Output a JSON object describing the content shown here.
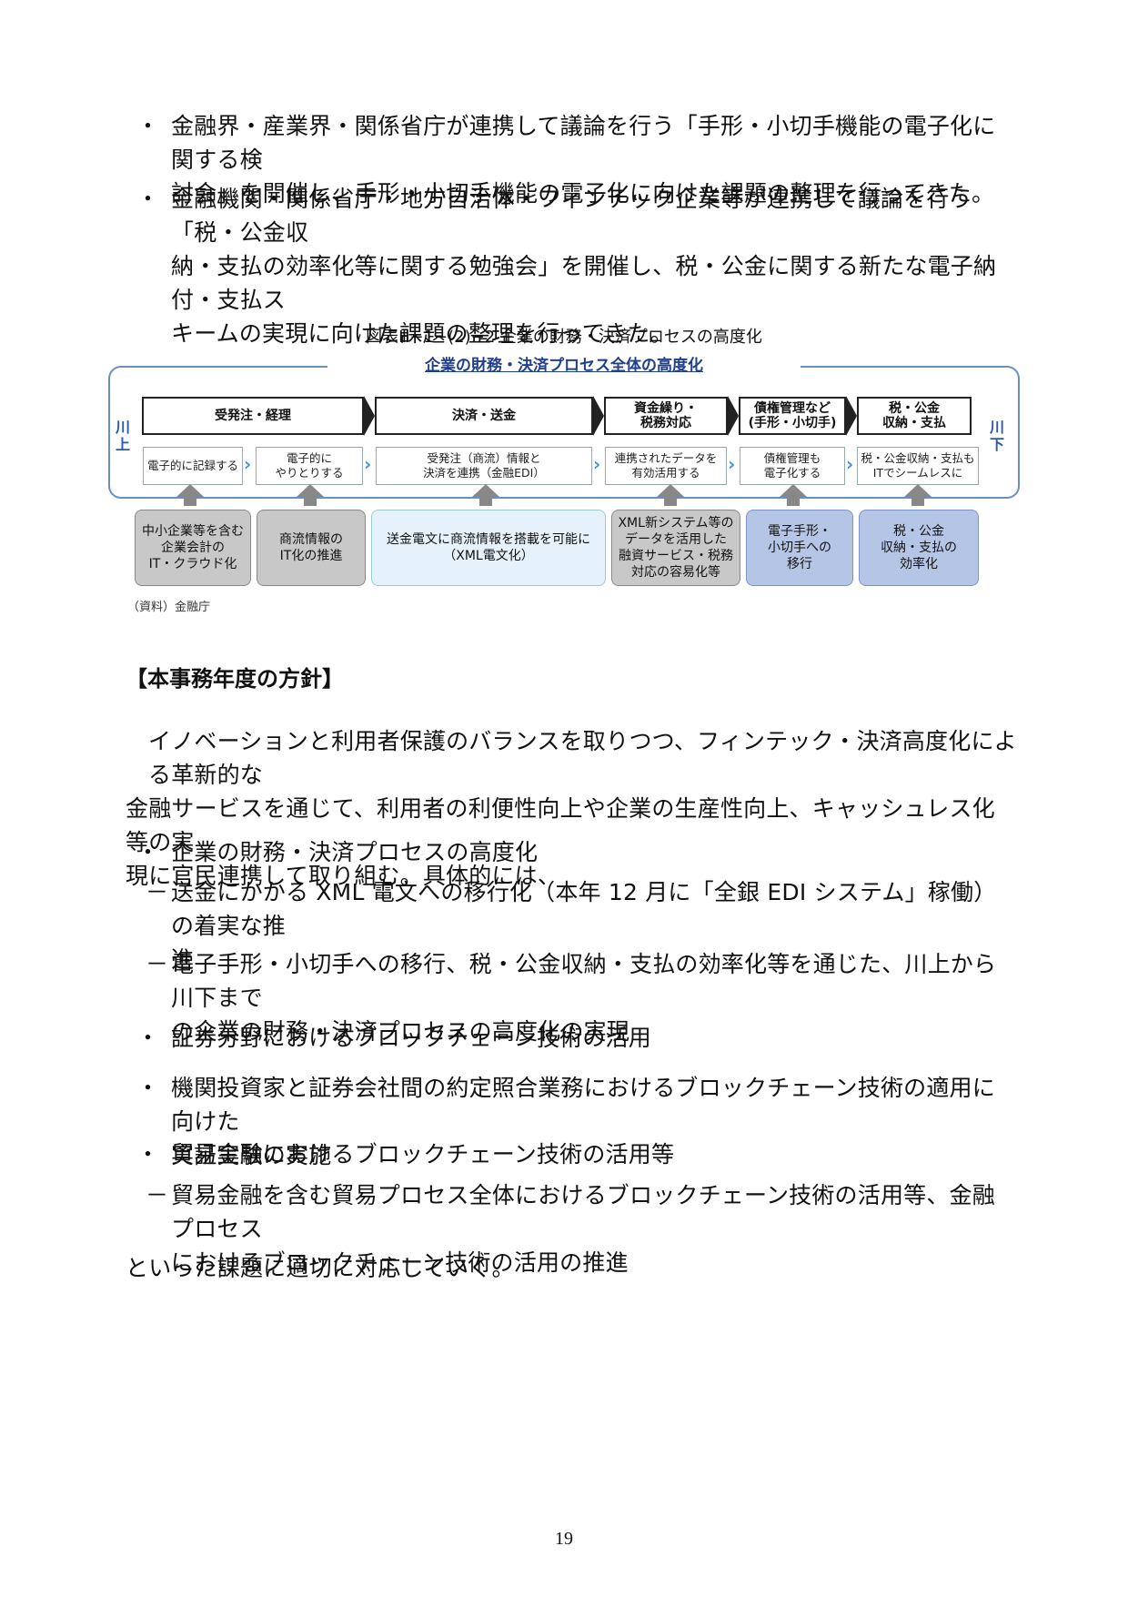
{
  "intro_bullets": [
    {
      "marker": "・",
      "lines": [
        "金融界・産業界・関係省庁が連携して議論を行う「手形・小切手機能の電子化に関する検",
        "討会」を開催し、手形・小切手機能の電子化に向けた課題の整理を行ってきた。"
      ]
    },
    {
      "marker": "・",
      "lines": [
        "金融機関・関係省庁・地方自治体・フィンテック企業等が連携して議論を行う「税・公金収",
        "納・支払の効率化等に関する勉強会」を開催し、税・公金に関する新たな電子納付・支払ス",
        "キームの実現に向けた課題の整理を行ってきた。"
      ]
    }
  ],
  "figure": {
    "caption": "図表Ⅲ−1−(2)−2 企業の財務・決済プロセスの高度化",
    "frame_title": "企業の財務・決済プロセス全体の高度化",
    "left_label": "川上",
    "right_label": "川下",
    "stages": [
      "受発注・経理",
      "決済・送金",
      "資金繰り・\n税務対応",
      "債権管理など\n(手形・小切手)",
      "税・公金\n収納・支払"
    ],
    "sub_steps": [
      "電子的に記録する",
      "電子的に\nやりとりする",
      "受発注（商流）情報と\n決済を連携（金融EDI）",
      "連携されたデータを\n有効活用する",
      "債権管理も\n電子化する",
      "税・公金収納・支払も\nITでシームレスに"
    ],
    "bottom_boxes": [
      "中小企業等を含む\n企業会計の\nIT・クラウド化",
      "商流情報の\nIT化の推進",
      "送金電文に商流情報を搭載を可能に\n（XML電文化）",
      "XML新システム等の\nデータを活用した\n融資サービス・税務\n対応の容易化等",
      "電子手形・\n小切手への\n移行",
      "税・公金\n収納・支払の\n効率化"
    ],
    "source": "（資料）金融庁"
  },
  "heading": "【本事務年度の方針】",
  "intro_paragraph": [
    "イノベーションと利用者保護のバランスを取りつつ、フィンテック・決済高度化による革新的な",
    "金融サービスを通じて、利用者の利便性向上や企業の生産性向上、キャッシュレス化等の実",
    "現に官民連携して取り組む。具体的には、"
  ],
  "policy_items": [
    {
      "marker": "・",
      "lines": [
        "企業の財務・決済プロセスの高度化"
      ]
    },
    {
      "marker": "－",
      "lines": [
        "送金にかかる XML 電文への移行化（本年 12 月に「全銀 EDI システム」稼働）の着実な推",
        "進"
      ]
    },
    {
      "marker": "－",
      "lines": [
        "電子手形・小切手への移行、税・公金収納・支払の効率化等を通じた、川上から川下まで",
        "の企業の財務・決済プロセスの高度化の実現"
      ]
    },
    {
      "marker": "・",
      "lines": [
        "証券分野におけるブロックチェーン技術の活用"
      ]
    },
    {
      "marker": "・",
      "lines": [
        "機関投資家と証券会社間の約定照合業務におけるブロックチェーン技術の適用に向けた",
        "実証実験の実施"
      ]
    },
    {
      "marker": "・",
      "lines": [
        "貿易金融におけるブロックチェーン技術の活用等"
      ]
    },
    {
      "marker": "－",
      "lines": [
        "貿易金融を含む貿易プロセス全体におけるブロックチェーン技術の活用等、金融プロセス",
        "におけるブロックチェーン技術の活用の推進"
      ]
    }
  ],
  "closing": "といった課題に適切に対応していく。",
  "page_number": "19"
}
